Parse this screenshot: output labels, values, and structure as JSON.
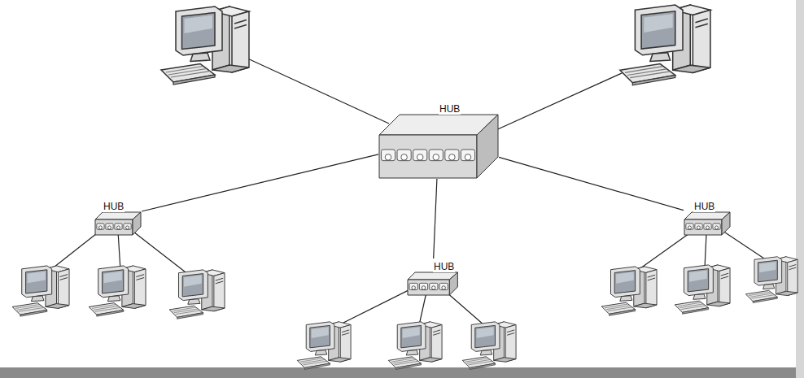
{
  "diagram": {
    "nodes": [
      {
        "text": [
          "HUB"
        ]
      },
      {
        "text": [
          "HUB"
        ]
      },
      {
        "text": [
          "HUB"
        ]
      },
      {
        "text": [
          "HUB"
        ]
      }
    ],
    "edges": [
      {
        "from": 0,
        "to": 1,
        "arrow": "none"
      },
      {
        "from": 0,
        "to": 2,
        "arrow": "none"
      },
      {
        "from": 0,
        "to": 3,
        "arrow": "none"
      }
    ]
  }
}
